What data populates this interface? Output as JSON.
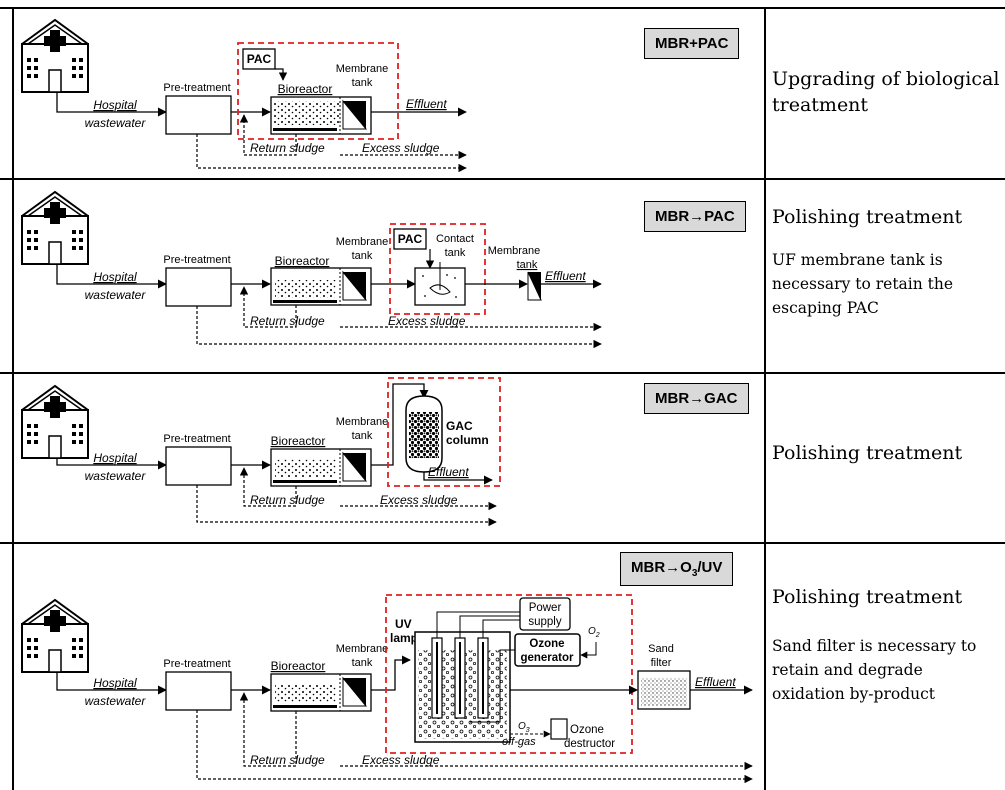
{
  "rows": [
    {
      "tag": "MBR+PAC",
      "description": "Upgrading of biological treatment",
      "note": "",
      "labels": {
        "hospital": "Hospital",
        "wastewater": "wastewater",
        "pretreatment": "Pre-treatment",
        "pac": "PAC",
        "bioreactor": "Bioreactor",
        "membrane": "Membrane",
        "tank": "tank",
        "effluent": "Effluent",
        "return_sludge": "Return sludge",
        "excess_sludge": "Excess sludge"
      }
    },
    {
      "tag": "MBR→PAC",
      "description": "Polishing treatment",
      "note": "UF membrane tank is necessary to retain the escaping PAC",
      "labels": {
        "hospital": "Hospital",
        "wastewater": "wastewater",
        "pretreatment": "Pre-treatment",
        "bioreactor": "Bioreactor",
        "membrane": "Membrane",
        "tank": "tank",
        "pac": "PAC",
        "contact": "Contact",
        "contact_tank": "tank",
        "membrane2": "Membrane",
        "tank2": "tank",
        "effluent": "Effluent",
        "return_sludge": "Return sludge",
        "excess_sludge": "Excess sludge"
      }
    },
    {
      "tag": "MBR→GAC",
      "description": "Polishing treatment",
      "note": "",
      "labels": {
        "hospital": "Hospital",
        "wastewater": "wastewater",
        "pretreatment": "Pre-treatment",
        "bioreactor": "Bioreactor",
        "membrane": "Membrane",
        "tank": "tank",
        "gac": "GAC",
        "column": "column",
        "effluent": "Effluent",
        "return_sludge": "Return sludge",
        "excess_sludge": "Excess sludge"
      }
    },
    {
      "tag_main": "MBR→O",
      "tag_sub": "3",
      "tag_end": "/UV",
      "description": "Polishing treatment",
      "note": "Sand filter is necessary to retain and degrade oxidation by-product",
      "labels": {
        "hospital": "Hospital",
        "wastewater": "wastewater",
        "pretreatment": "Pre-treatment",
        "bioreactor": "Bioreactor",
        "membrane": "Membrane",
        "tank": "tank",
        "uv": "UV",
        "lamps": "lamps",
        "power": "Power",
        "supply": "supply",
        "ozone": "Ozone",
        "generator": "generator",
        "o2_main": "O",
        "o2_sub": "2",
        "o3_main": "O",
        "o3_sub": "3",
        "offgas": "off-gas",
        "ozone_d": "Ozone",
        "destructor": "destructor",
        "sand": "Sand",
        "filter": "filter",
        "effluent": "Effluent",
        "return_sludge": "Return sludge",
        "excess_sludge": "Excess sludge"
      }
    }
  ],
  "colors": {
    "highlight_box": "#e02020",
    "tag_bg": "#d9d9d9",
    "line": "#000000"
  }
}
